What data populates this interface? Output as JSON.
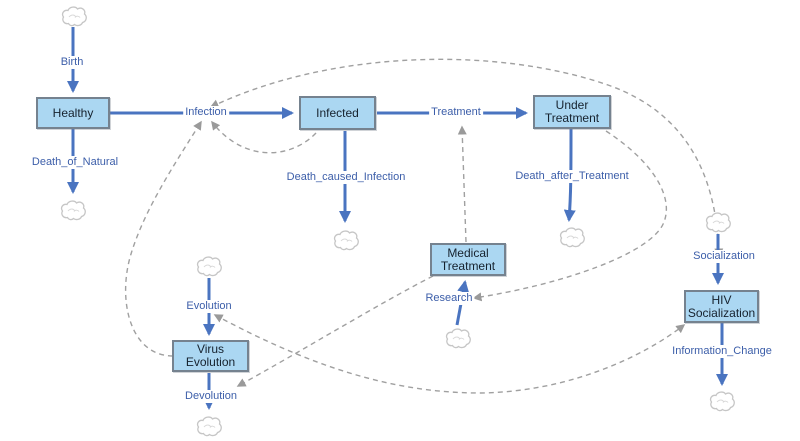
{
  "diagram": {
    "title_hint": "HIV epidemic stock-and-flow diagram",
    "stocks": {
      "healthy": {
        "label": "Healthy"
      },
      "infected": {
        "label": "Infected"
      },
      "under_treatment": {
        "line1": "Under",
        "line2": "Treatment"
      },
      "medical_treatment": {
        "line1": "Medical",
        "line2": "Treatment"
      },
      "hiv_socialization": {
        "line1": "HIV",
        "line2": "Socialization"
      },
      "virus_evolution": {
        "label": "Virus Evolution"
      }
    },
    "flow_labels": {
      "birth": "Birth",
      "infection": "Infection",
      "treatment": "Treatment",
      "death_of_natural": "Death_of_Natural",
      "death_caused_infection": "Death_caused_Infection",
      "death_after_treatment": "Death_after_Treatment",
      "research": "Research",
      "socialization": "Socialization",
      "information_change": "Information_Change",
      "evolution": "Evolution",
      "devolution": "Devolution"
    },
    "icons": {
      "cloud": "cloud-source-sink-icon"
    },
    "colors": {
      "stock_fill": "#ABD7F2",
      "stock_border": "#75828F",
      "flow_blue": "#4A74C0",
      "label_blue": "#3C5EA9",
      "link_gray": "#A0A0A0",
      "cloud_gray": "#C6C6C6"
    }
  }
}
